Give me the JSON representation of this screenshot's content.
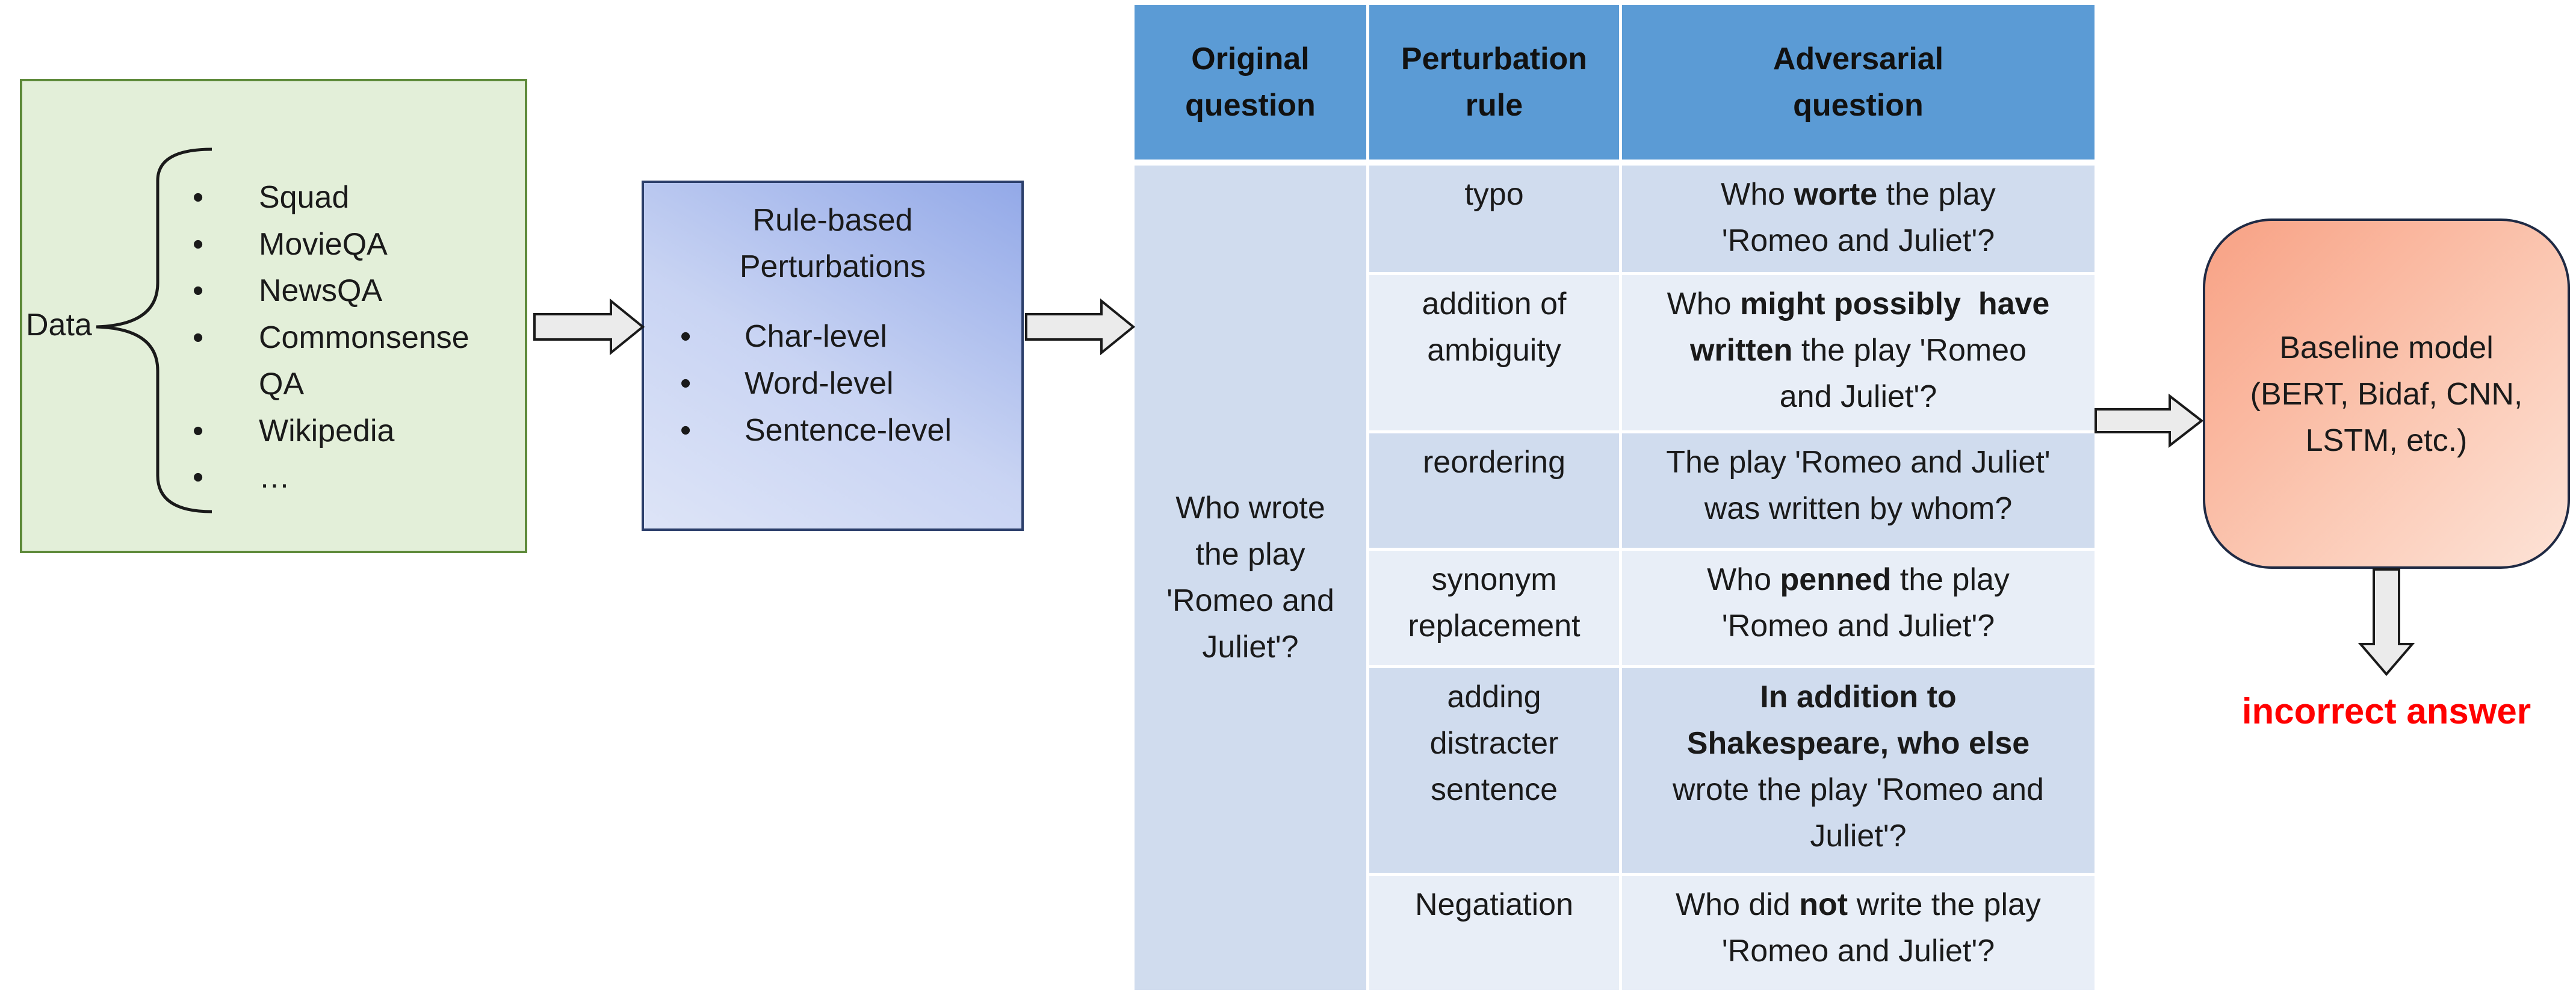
{
  "data_panel": {
    "label": "Data",
    "items": [
      "Squad",
      "MovieQA",
      "NewsQA",
      "Commonsense",
      "QA",
      "Wikipedia",
      "…"
    ]
  },
  "rule_panel": {
    "title_line1": "Rule-based",
    "title_line2": "Perturbations",
    "items": [
      "Char-level",
      "Word-level",
      "Sentence-level"
    ]
  },
  "table": {
    "headers": {
      "original": [
        "Original",
        "question"
      ],
      "rule": [
        "Perturbation",
        "rule"
      ],
      "adversarial": [
        "Adversarial",
        "question"
      ]
    },
    "original_question": [
      "Who wrote",
      "the play",
      "'Romeo and",
      "Juliet'?"
    ],
    "rows": [
      {
        "rule": [
          "typo"
        ],
        "adv": [
          "Who ",
          "worte",
          " the play",
          "'Romeo and Juliet'?"
        ]
      },
      {
        "rule": [
          "addition of",
          "ambiguity"
        ],
        "adv": [
          "Who ",
          "might possibly  have",
          "written",
          " the play 'Romeo",
          "and Juliet'?"
        ]
      },
      {
        "rule": [
          "reordering"
        ],
        "adv": [
          "The play 'Romeo and Juliet'",
          "was written by whom?"
        ]
      },
      {
        "rule": [
          "synonym",
          "replacement"
        ],
        "adv": [
          "Who ",
          "penned",
          " the play",
          "'Romeo and Juliet'?"
        ]
      },
      {
        "rule": [
          "adding",
          "distracter",
          "sentence"
        ],
        "adv": [
          "In addition to",
          "Shakespeare, who else",
          "wrote the play 'Romeo and",
          "Juliet'?"
        ]
      },
      {
        "rule": [
          "Negatiation"
        ],
        "adv": [
          "Who did ",
          "not",
          " write the play",
          "'Romeo and Juliet'?"
        ]
      }
    ]
  },
  "baseline_panel": {
    "lines": [
      "Baseline model",
      "(BERT, Bidaf, CNN,",
      "LSTM, etc.)"
    ]
  },
  "result": {
    "text": "incorrect answer"
  },
  "colors": {
    "data_fill": "#e3efd9",
    "data_border": "#5e8a3a",
    "header_fill": "#5b9bd5",
    "row_dark": "#d0dcee",
    "row_light": "#e8eef7",
    "incorrect": "#ff0000"
  }
}
